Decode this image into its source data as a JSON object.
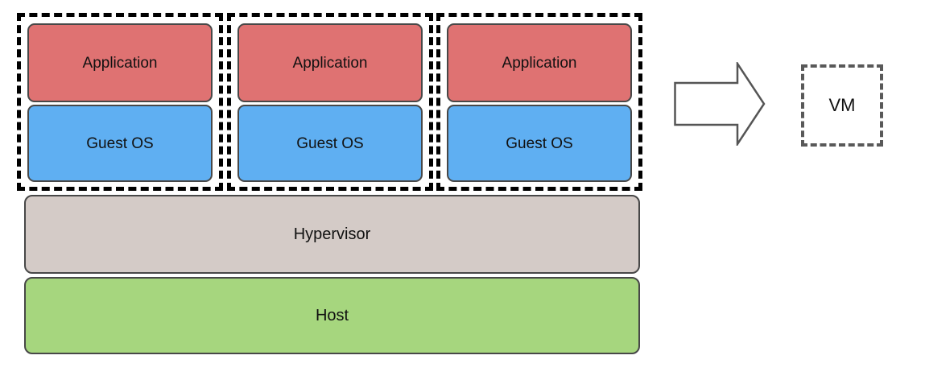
{
  "diagram": {
    "title_semantic": "hypervisor-virtualization-diagram",
    "vm_groups": [
      {
        "application_label": "Application",
        "guest_os_label": "Guest OS"
      },
      {
        "application_label": "Application",
        "guest_os_label": "Guest OS"
      },
      {
        "application_label": "Application",
        "guest_os_label": "Guest OS"
      }
    ],
    "layers": {
      "hypervisor_label": "Hypervisor",
      "host_label": "Host"
    },
    "vm_box_label": "VM",
    "arrow_icon": "right-block-arrow",
    "colors": {
      "application": "#DF7272",
      "guest_os": "#5FAFF2",
      "hypervisor": "#D4CBC7",
      "host": "#A6D67E",
      "box_border": "#484848",
      "group_dash": "#000000",
      "vm_dash": "#595959",
      "arrow_stroke": "#555555",
      "text": "#111111"
    }
  }
}
